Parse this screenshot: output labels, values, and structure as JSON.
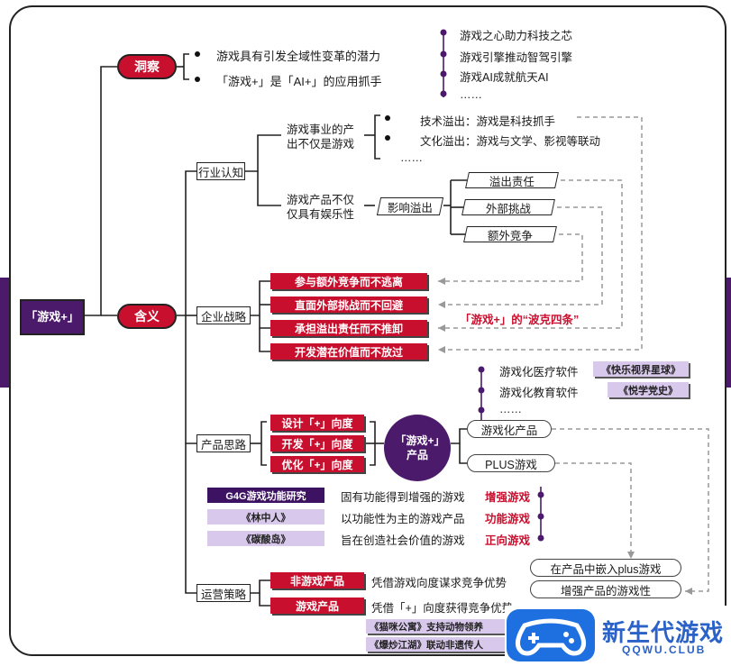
{
  "root": "「游戏+」",
  "branches": {
    "insight": "洞察",
    "meaning": "含义"
  },
  "insight_items": [
    "游戏具有引发全域性变革的潜力",
    "「游戏+」是「AI+」的应用抓手"
  ],
  "tech_chain": [
    "游戏之心助力科技之芯",
    "游戏引擎推动智驾引擎",
    "游戏AI成就航天AI",
    "……"
  ],
  "sections": {
    "industry": "行业认知",
    "strategy": "企业战略",
    "product_thinking": "产品思路",
    "operation": "运营策略"
  },
  "industry": {
    "q1": "游戏事业的产出不仅是游戏",
    "spill_items": [
      "技术溢出：游戏是科技抓手",
      "文化溢出：游戏与文学、影视等联动",
      "……"
    ],
    "q2": "游戏产品不仅仅具有娱乐性",
    "influence": "影响溢出",
    "influence_items": [
      "溢出责任",
      "外部挑战",
      "额外竞争"
    ]
  },
  "strategy": {
    "items": [
      "参与额外竞争而不逃离",
      "直面外部挑战而不回避",
      "承担溢出责任而不推卸",
      "开发潜在价值而不放过"
    ],
    "note": "「游戏+」的“波克四条”"
  },
  "product": {
    "directions": [
      "设计「+」向度",
      "开发「+」向度",
      "优化「+」向度"
    ],
    "center": "「游戏+」产品",
    "gamified": "游戏化产品",
    "plus_game": "PLUS游戏",
    "gamified_items": [
      {
        "label": "游戏化医疗软件",
        "example": "《快乐视界星球》"
      },
      {
        "label": "游戏化教育软件",
        "example": "《悦学党史》"
      },
      {
        "label": "……",
        "example": ""
      }
    ],
    "plus_rows": [
      {
        "tag": "G4G游戏功能研究",
        "desc": "固有功能得到增强的游戏",
        "type": "增强游戏"
      },
      {
        "tag": "《林中人》",
        "desc": "以功能性为主的游戏产品",
        "type": "功能游戏"
      },
      {
        "tag": "《碳酸岛》",
        "desc": "旨在创造社会价值的游戏",
        "type": "正向游戏"
      }
    ]
  },
  "operation": {
    "non_game": "非游戏产品",
    "non_game_desc": "凭借游戏向度谋求竞争优势",
    "game": "游戏产品",
    "game_desc": "凭借「+」向度获得竞争优势",
    "embed": "在产品中嵌入plus游戏",
    "enhance": "增强产品的游戏性",
    "examples": [
      "《猫咪公寓》支持动物领养",
      "《爆炒江湖》联动非遗传人"
    ]
  },
  "watermark": {
    "title": "新生代游戏",
    "url": "QQWU.CLUB"
  },
  "colors": {
    "red": "#c8102e",
    "purple": "#4b1a6b",
    "lavender": "#d8c8ec"
  }
}
